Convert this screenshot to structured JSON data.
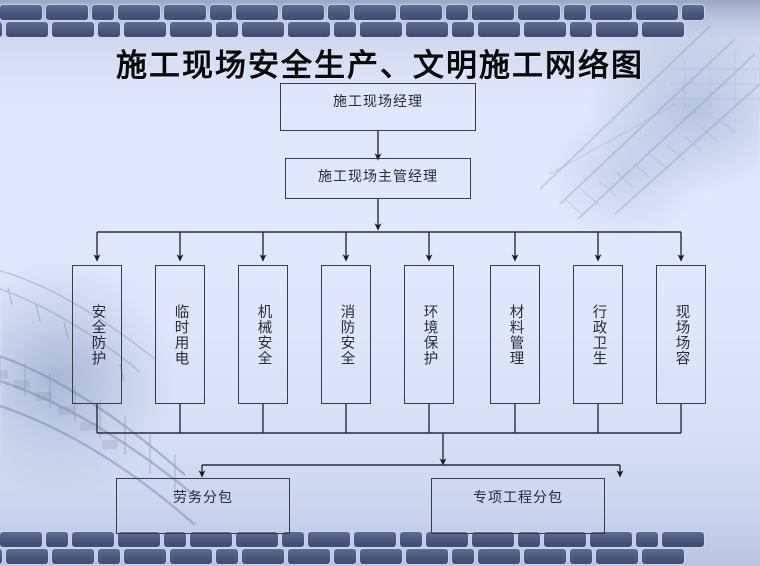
{
  "slide": {
    "title": "施工现场安全生产、文明施工网络图",
    "background_color": "#dde5fa",
    "brick_color": "#49587d",
    "line_color": "#3b3b47"
  },
  "chart_data": {
    "type": "diagram",
    "title": "施工现场安全生产、文明施工网络图",
    "orientation": "top-down",
    "levels": [
      {
        "name": "level-1",
        "nodes": [
          "施工现场经理"
        ]
      },
      {
        "name": "level-2",
        "nodes": [
          "施工现场主管经理"
        ]
      },
      {
        "name": "level-3",
        "nodes": [
          "安全防护",
          "临时用电",
          "机械安全",
          "消防安全",
          "环境保护",
          "材料管理",
          "行政卫生",
          "现场场容"
        ]
      },
      {
        "name": "level-4",
        "nodes": [
          "劳务分包",
          "专项工程分包"
        ]
      }
    ]
  },
  "nodes": {
    "manager": {
      "label": "施工现场经理"
    },
    "supervisor": {
      "label": "施工现场主管经理"
    },
    "columns": [
      {
        "label": "安全防护"
      },
      {
        "label": "临时用电"
      },
      {
        "label": "机械安全"
      },
      {
        "label": "消防安全"
      },
      {
        "label": "环境保护"
      },
      {
        "label": "材料管理"
      },
      {
        "label": "行政卫生"
      },
      {
        "label": "现场场容"
      }
    ],
    "subcontracts": [
      {
        "label": "劳务分包"
      },
      {
        "label": "专项工程分包"
      }
    ]
  }
}
